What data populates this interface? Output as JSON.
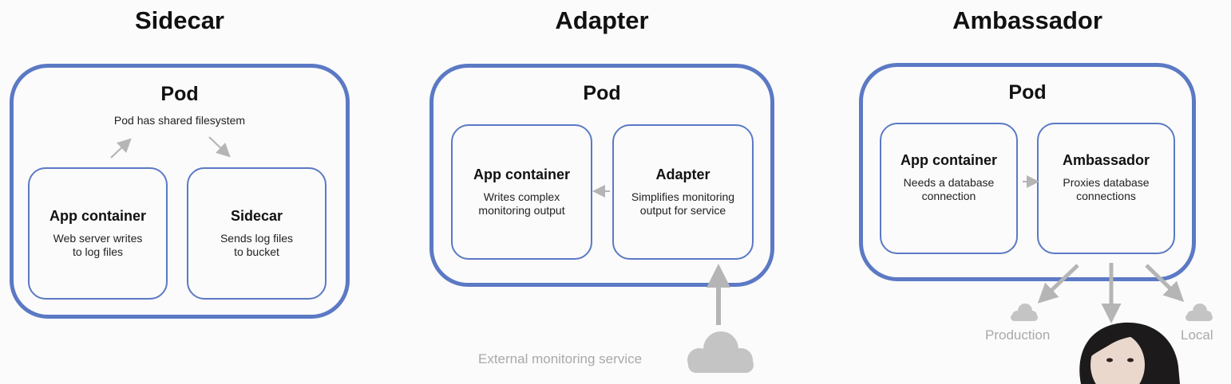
{
  "sidecar": {
    "title": "Sidecar",
    "pod_label": "Pod",
    "pod_note": "Pod has shared filesystem",
    "app": {
      "name": "App container",
      "desc_line1": "Web server writes",
      "desc_line2": "to log files"
    },
    "helper": {
      "name": "Sidecar",
      "desc_line1": "Sends log files",
      "desc_line2": "to bucket"
    }
  },
  "adapter": {
    "title": "Adapter",
    "pod_label": "Pod",
    "app": {
      "name": "App container",
      "desc_line1": "Writes complex",
      "desc_line2": "monitoring output"
    },
    "helper": {
      "name": "Adapter",
      "desc_line1": "Simplifies monitoring",
      "desc_line2": "output for service"
    },
    "external_label": "External monitoring service"
  },
  "ambassador": {
    "title": "Ambassador",
    "pod_label": "Pod",
    "app": {
      "name": "App container",
      "desc_line1": "Needs a database",
      "desc_line2": "connection"
    },
    "helper": {
      "name": "Ambassador",
      "desc_line1": "Proxies database",
      "desc_line2": "connections"
    },
    "targets": {
      "left": "Production",
      "right": "Local"
    }
  },
  "colors": {
    "pod_border": "#5b79c4",
    "arrow": "#b5b5b5",
    "cloud": "#c4c4c4"
  }
}
